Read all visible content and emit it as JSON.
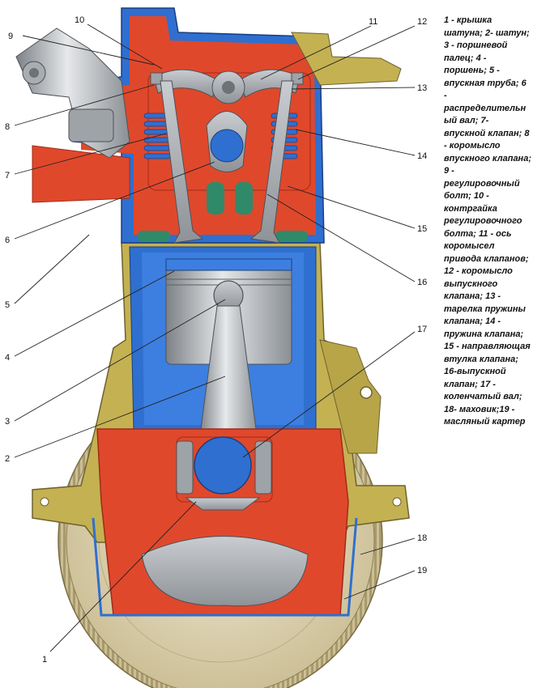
{
  "legend_text": "1 - крышка шатуна; 2- шатун; 3 - поршневой палец; 4 - поршень; 5 - впускная труба; 6 - распределительный вал; 7- впускной клапан; 8 - коромысло впускного клапана; 9 - регулировочный болт; 10 - контргайка регулировочного болта; 11 - ось коромысел привода клапанов; 12 - коромысло выпускного клапана; 13 - тарелка пружины клапана; 14 - пружина клапана; 15 - направляющая втулка клапана; 16-выпускной клапан; 17 - коленчатый вал; 18- маховик;19 - масляный картер",
  "callouts": {
    "c1": "1",
    "c2": "2",
    "c3": "3",
    "c4": "4",
    "c5": "5",
    "c6": "6",
    "c7": "7",
    "c8": "8",
    "c9": "9",
    "c10": "10",
    "c11": "11",
    "c12": "12",
    "c13": "13",
    "c14": "14",
    "c15": "15",
    "c16": "16",
    "c17": "17",
    "c18": "18",
    "c19": "19"
  },
  "colors": {
    "head_red": "#e0482c",
    "cooling_blue": "#2f6fd0",
    "block_olive": "#c4b152",
    "steel_grey": "#b4b8bc",
    "flywheel_beige": "#ddd2b0"
  }
}
